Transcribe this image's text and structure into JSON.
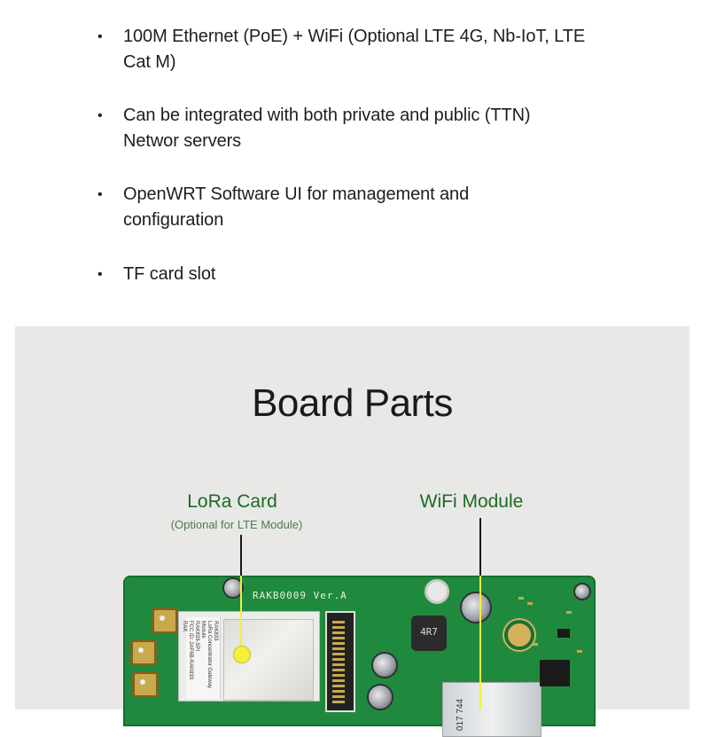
{
  "features": [
    {
      "lines": [
        "100M Ethernet (PoE) + WiFi (Optional LTE 4G, Nb-IoT, LTE",
        "Cat M)"
      ]
    },
    {
      "lines": [
        "Can be integrated with both private and public (TTN)",
        "Networ servers"
      ]
    },
    {
      "lines": [
        "OpenWRT Software UI for management and",
        "configuration"
      ]
    },
    {
      "lines": [
        "TF card slot"
      ]
    }
  ],
  "bullet_char": "•",
  "board_parts": {
    "title": "Board Parts",
    "callouts": {
      "lora": {
        "label": "LoRa Card",
        "note": "(Optional for LTE Module)"
      },
      "wifi": {
        "label": "WiFi Module"
      }
    },
    "silkscreen": {
      "board_id": "RAKB0009 Ver.A",
      "inductor": "4R7",
      "sticker_brand": "RAK833",
      "sticker_lines": [
        "LoRa Concentrator Gateway Module",
        "RAK833-SPI",
        "FCC ID: 2AF6B-RAK833"
      ],
      "logo": "RAK",
      "wifi_marks": "017 744"
    },
    "colors": {
      "panel_bg": "#e8e8e7",
      "label_green": "#1d6a24",
      "pcb_green": "#1f8a3e",
      "pointer_yellow": "#f3ef3a"
    }
  }
}
